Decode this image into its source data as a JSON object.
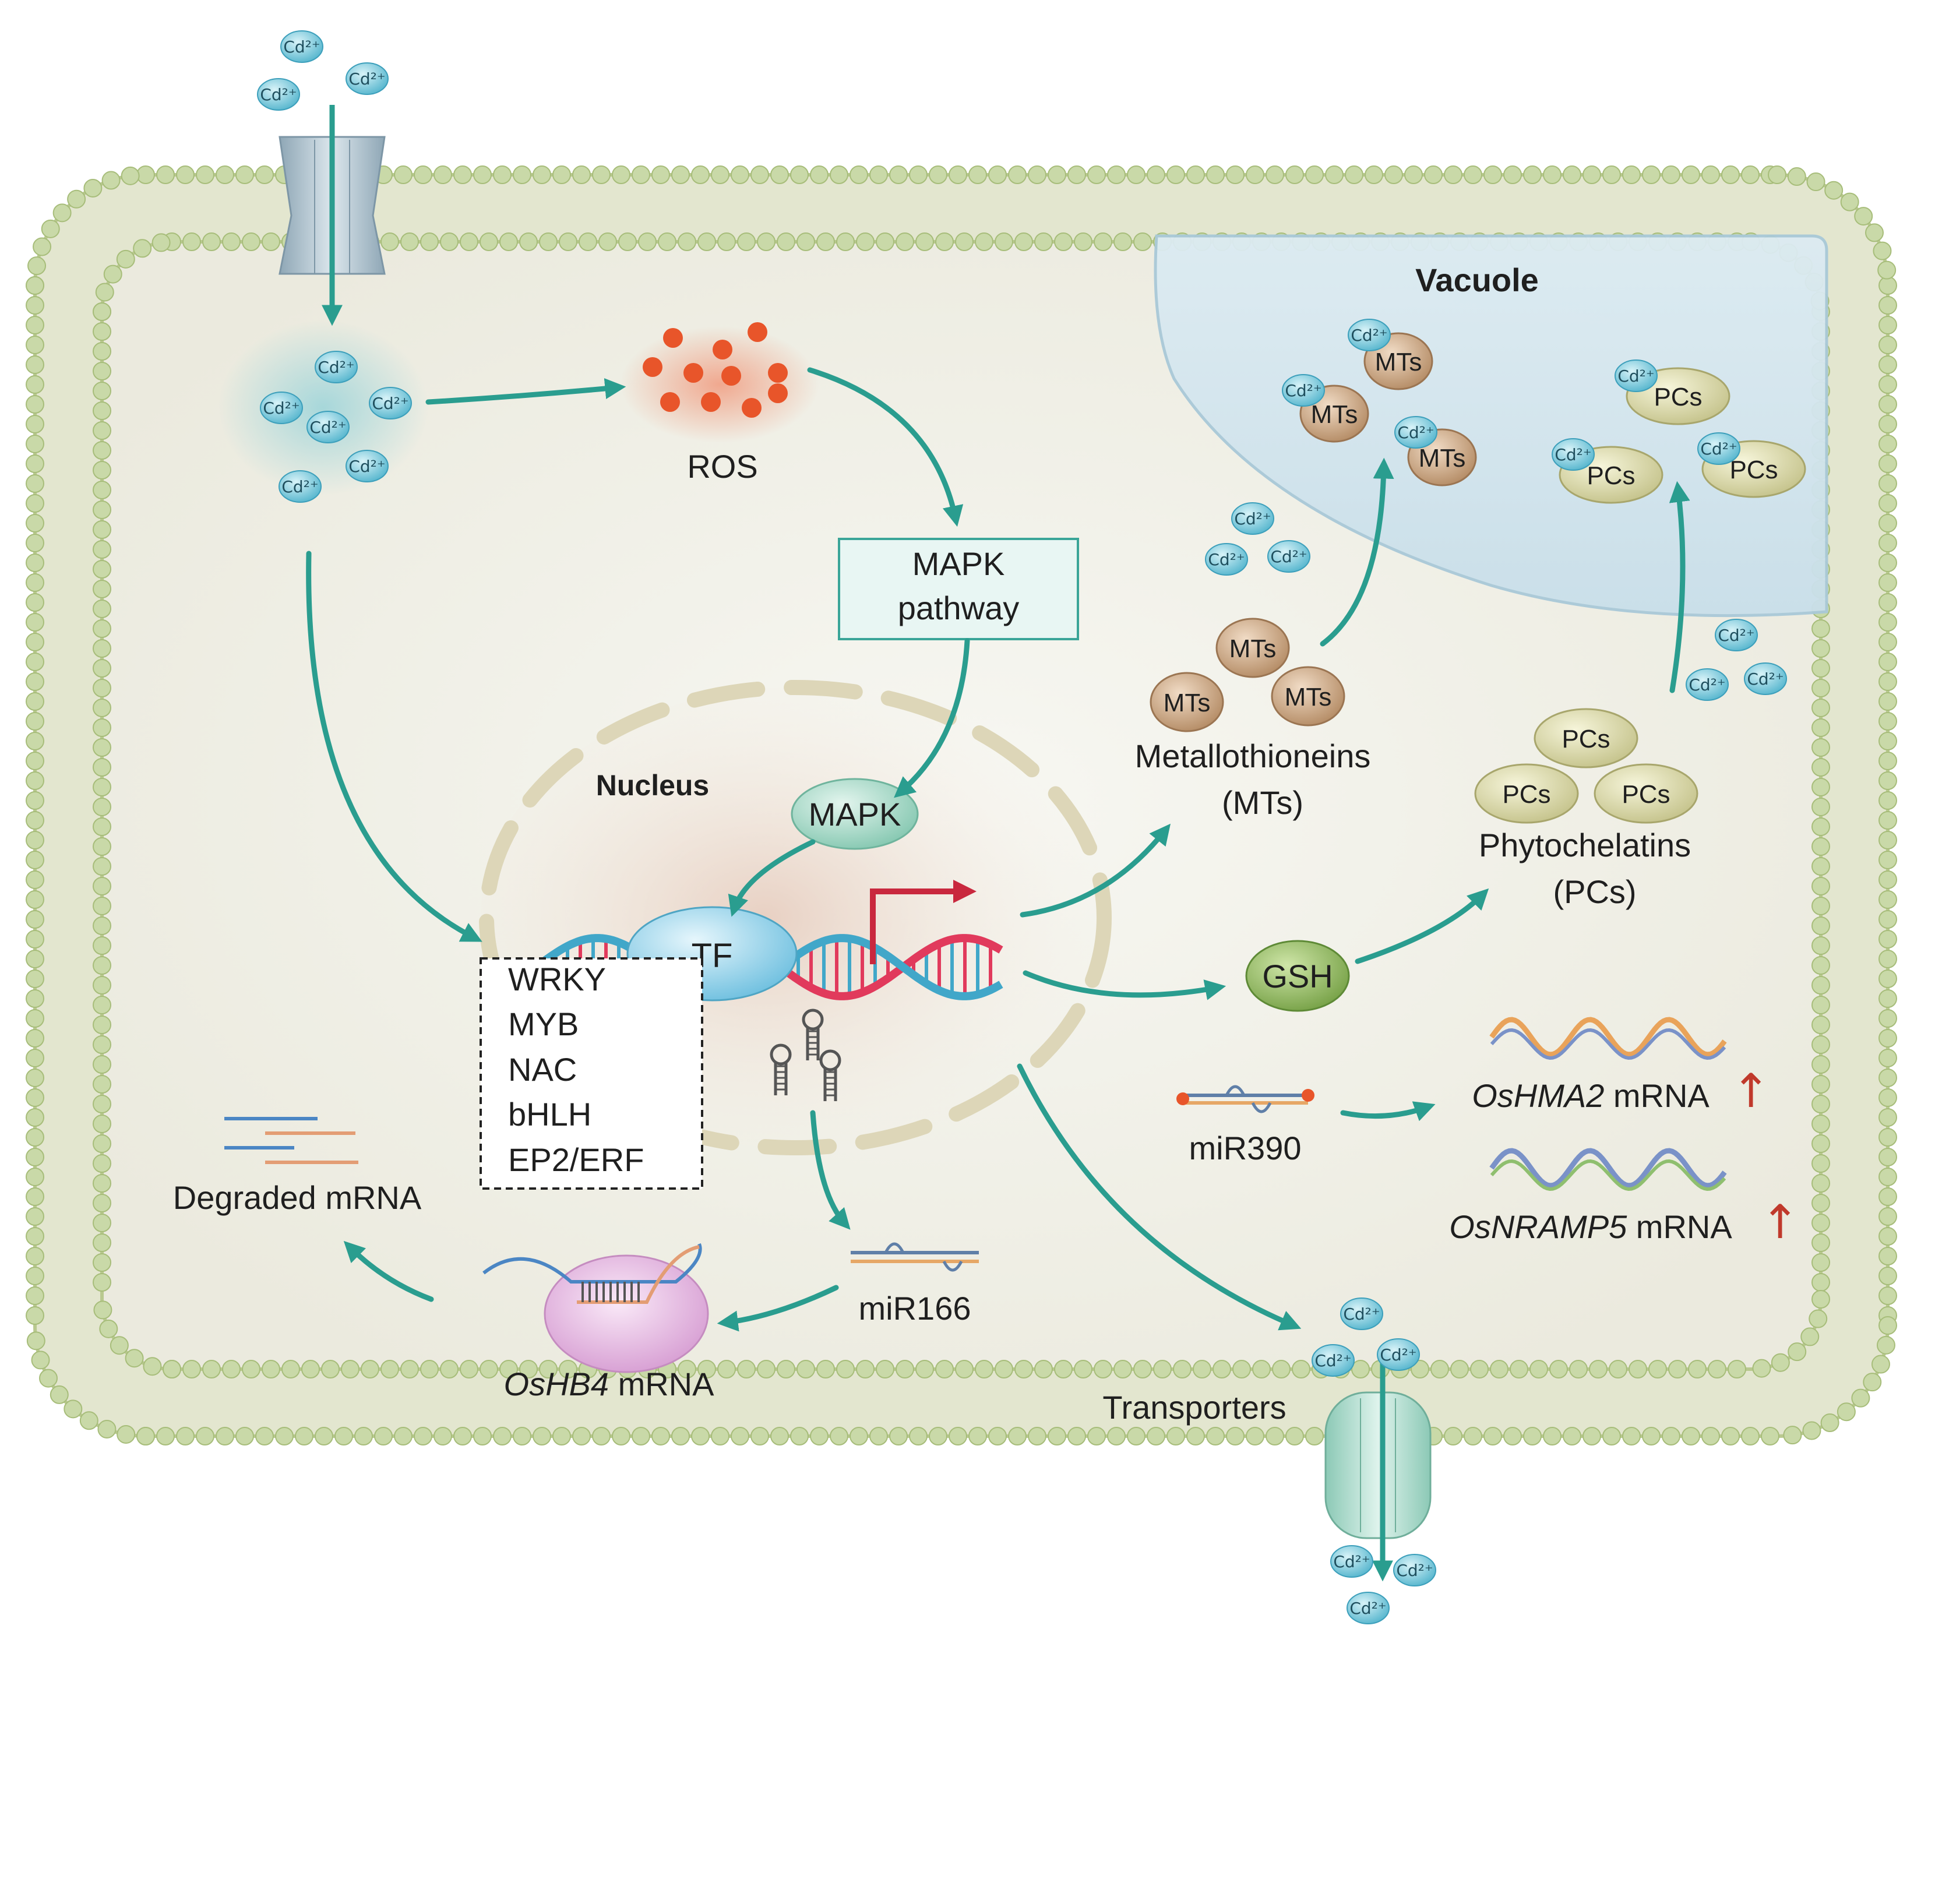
{
  "labels": {
    "vacuole": "Vacuole",
    "ros": "ROS",
    "mapk_pathway_line1": "MAPK",
    "mapk_pathway_line2": "pathway",
    "nucleus": "Nucleus",
    "mapk": "MAPK",
    "tf": "TF",
    "gsh": "GSH",
    "mts_line1": "Metallothioneins",
    "mts_line2": "(MTs)",
    "pcs_line1": "Phytochelatins",
    "pcs_line2": "(PCs)",
    "mir390": "miR390",
    "mir166": "miR166",
    "oshma2_gene": "OsHMA2",
    "osnramp5_gene": "OsNRAMP5",
    "mrna_suffix": " mRNA",
    "oshb4_gene": "OsHB4",
    "degraded_mrna": "Degraded mRNA",
    "transporters": "Transporters",
    "cd_ion": "Cd²⁺",
    "mt_short": "MTs",
    "pc_short": "PCs",
    "up_arrow": "↑"
  },
  "tf_families": [
    "WRKY",
    "MYB",
    "NAC",
    "bHLH",
    "EP2/ERF"
  ],
  "colors": {
    "teal_arrow": "#2a9d8f",
    "membrane": "#c9d9a8",
    "cd_ion": "#7fcfe0",
    "ros": "#e8552a",
    "mts": "#c9a27e",
    "pcs": "#d9d8a8",
    "gsh": "#8fb45f",
    "mapk": "#9fd6c4",
    "tf": "#8fcfe6",
    "oshb4": "#e7b8e2",
    "vacuole": "#d4e6ef",
    "up_arrow": "#c0392b"
  }
}
